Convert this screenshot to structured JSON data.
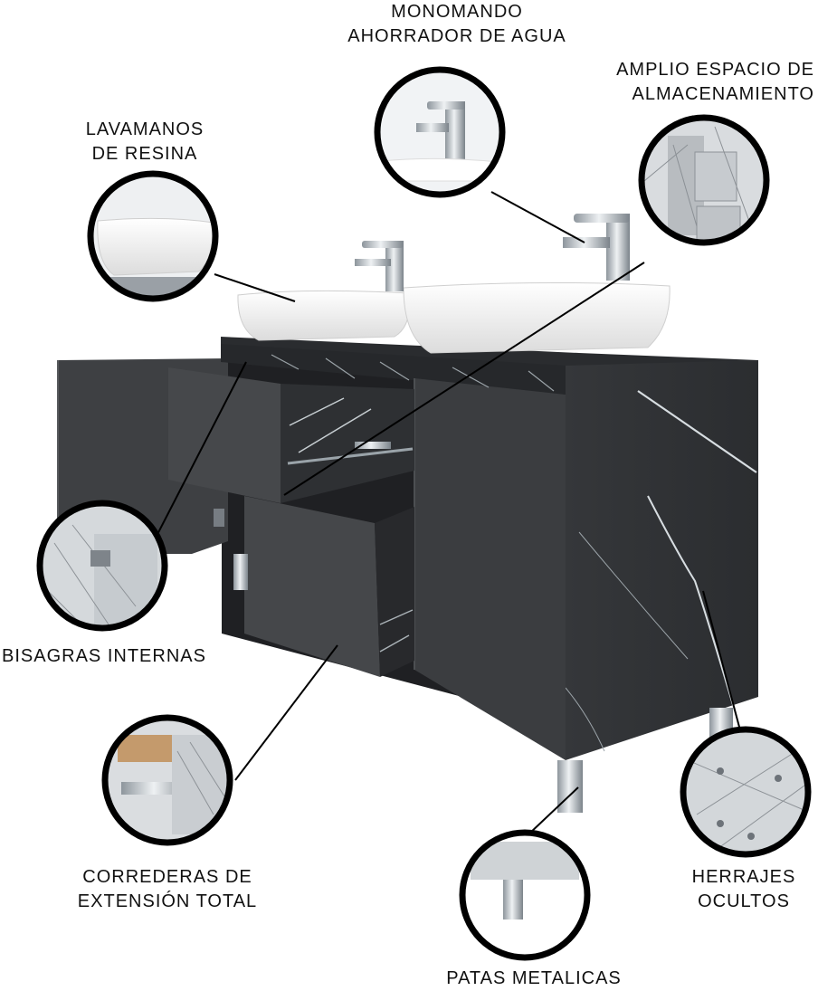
{
  "features": {
    "faucet": {
      "line1": "MONOMANDO",
      "line2": "AHORRADOR DE AGUA",
      "icon": "faucet-detail-icon"
    },
    "storage": {
      "line1": "AMPLIO ESPACIO DE",
      "line2": "ALMACENAMIENTO",
      "icon": "storage-detail-icon"
    },
    "basin": {
      "line1": "LAVAMANOS",
      "line2": "DE RESINA",
      "icon": "basin-detail-icon"
    },
    "hinges": {
      "line1": "BISAGRAS INTERNAS",
      "icon": "hinge-detail-icon"
    },
    "slides": {
      "line1": "CORREDERAS DE",
      "line2": "EXTENSIÓN TOTAL",
      "icon": "drawer-slide-detail-icon"
    },
    "legs": {
      "line1": "PATAS METALICAS",
      "icon": "metal-leg-detail-icon"
    },
    "hardware": {
      "line1": "HERRAJES",
      "line2": "OCULTOS",
      "icon": "hidden-hardware-detail-icon"
    }
  },
  "colors": {
    "cabinet": "#3b3d40",
    "cabinet_dark": "#2a2c2f",
    "marble_top": "#26282b",
    "vein": "#cfd6da",
    "basin": "#f4f4f4",
    "chrome": "#b9c0c6",
    "callout_ring": "#000000"
  }
}
